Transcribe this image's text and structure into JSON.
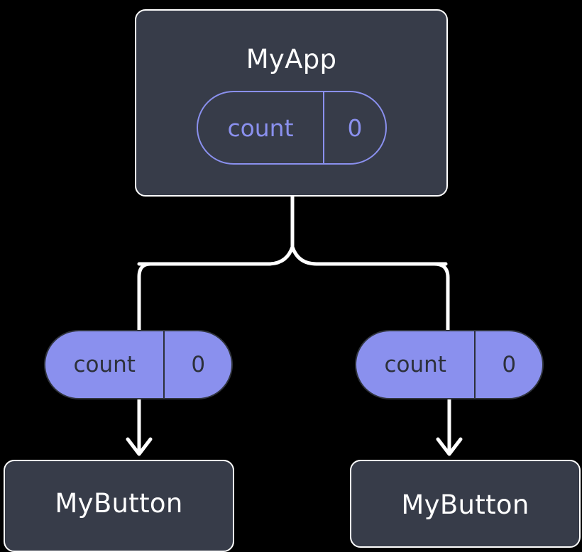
{
  "diagram": {
    "type": "component-state-tree",
    "background_color": "#000000",
    "palette": {
      "node_fill": "#373c49",
      "node_border": "#ffffff",
      "accent": "#8a90ee",
      "connector": "#ffffff",
      "title_text": "#ffffff",
      "pill_dark_text": "#2c303a"
    },
    "root": {
      "name": "myapp-node",
      "label": "MyApp",
      "state": {
        "key": "count",
        "value": "0"
      }
    },
    "branches": [
      {
        "name": "left-branch",
        "pill": {
          "key": "count",
          "value": "0"
        },
        "child": {
          "label": "MyButton"
        }
      },
      {
        "name": "right-branch",
        "pill": {
          "key": "count",
          "value": "0"
        },
        "child": {
          "label": "MyButton"
        }
      }
    ]
  }
}
